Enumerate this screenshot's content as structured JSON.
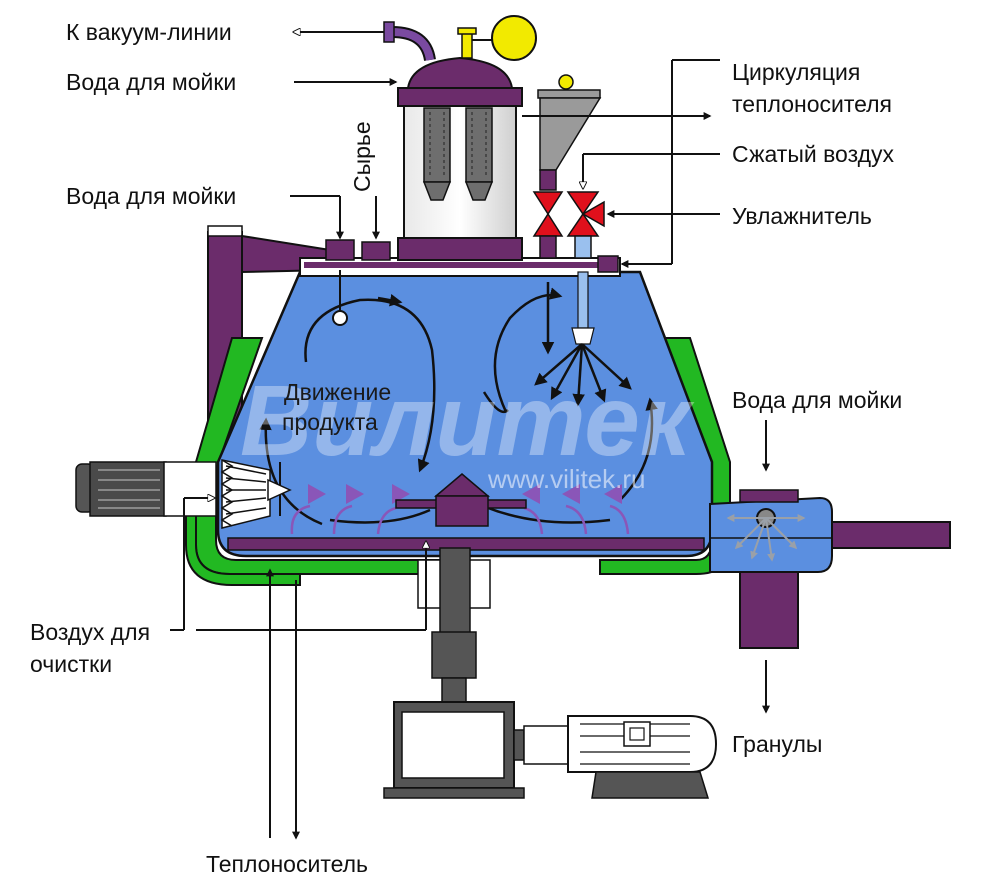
{
  "labels": {
    "vacuum_line": "К вакуум-линии",
    "wash_water_top": "Вода для мойки",
    "raw_material": "Сырье",
    "wash_water_left": "Вода для мойки",
    "heat_circulation_line1": "Циркуляция",
    "heat_circulation_line2": "теплоносителя",
    "compressed_air": "Сжатый воздух",
    "humidifier": "Увлажнитель",
    "wash_water_right": "Вода для мойки",
    "product_movement_line1": "Движение",
    "product_movement_line2": "продукта",
    "cleaning_air_line1": "Воздух для",
    "cleaning_air_line2": "очистки",
    "granules": "Гранулы",
    "heat_carrier": "Теплоноситель"
  },
  "watermark": {
    "brand": "Вилитек",
    "url": "www.vilitek.ru"
  },
  "colors": {
    "vessel_blue": "#5b8fe0",
    "purple": "#6b2c6b",
    "violet_filter": "#7a4aa0",
    "green_jacket": "#22b822",
    "valve_red": "#e0101c",
    "yellow": "#f2ea00",
    "gray_cyclone": "#9a9a9a"
  }
}
